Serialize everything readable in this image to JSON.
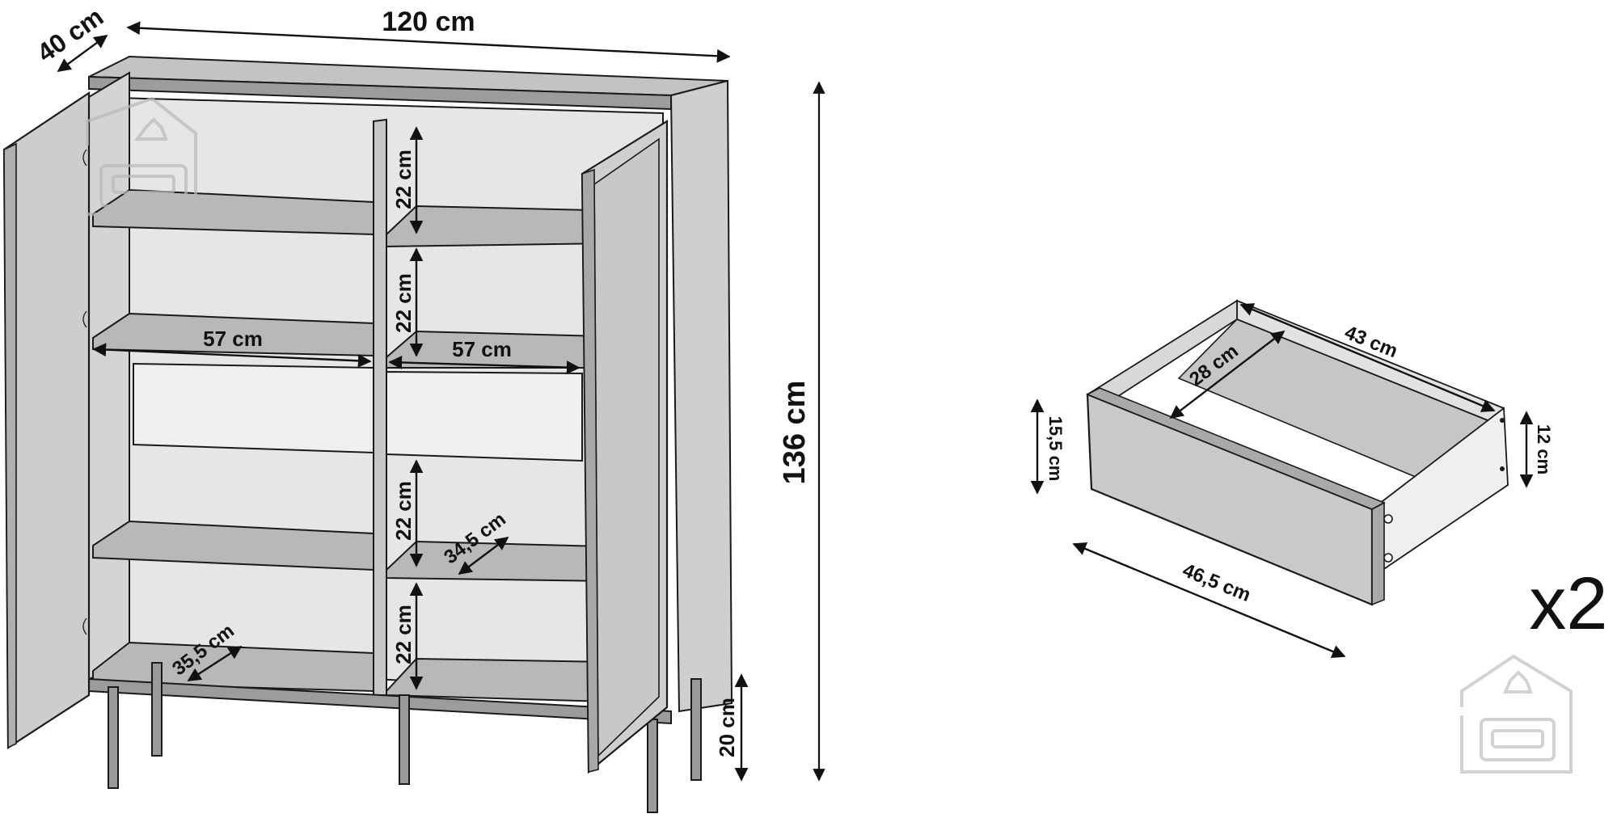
{
  "cabinet": {
    "dimensions": {
      "width": "120 cm",
      "depth": "40 cm",
      "height": "136 cm",
      "leg_height": "20 cm",
      "shelf_gap_1": "22 cm",
      "shelf_gap_2": "22 cm",
      "shelf_gap_3": "22 cm",
      "shelf_gap_4": "22 cm",
      "compartment_left_width": "57 cm",
      "compartment_right_width": "57 cm",
      "inner_depth_right": "34,5 cm",
      "inner_depth_left": "35,5 cm"
    }
  },
  "drawer": {
    "dimensions": {
      "inner_width": "43 cm",
      "inner_depth": "28 cm",
      "outer_height": "15,5 cm",
      "inner_height": "12 cm",
      "outer_width": "46,5 cm"
    },
    "quantity": "x2"
  },
  "colors": {
    "panel_fill": "#c9c9c9",
    "panel_light": "#dedede",
    "panel_dark": "#a9a9a9",
    "interior": "#e9e9e9",
    "line": "#1a1a1a",
    "watermark": "#c4c4c4"
  },
  "icons": {
    "watermark": "house-sofa-logo-icon"
  }
}
